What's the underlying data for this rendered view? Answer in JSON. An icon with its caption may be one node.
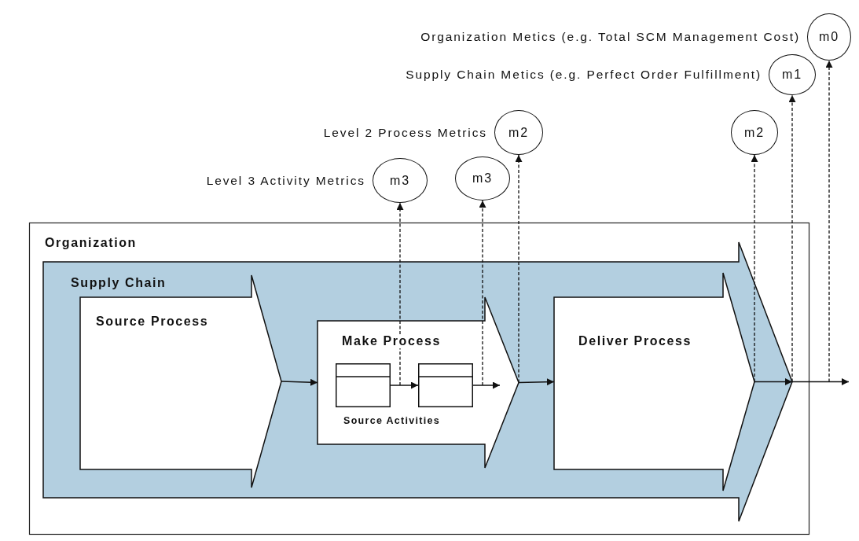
{
  "diagram": {
    "nodes": [
      {
        "text": [
          "Organization"
        ]
      },
      {
        "text": [
          "Supply Chain"
        ],
        "in": 0
      },
      {
        "text": [
          "Source Process"
        ],
        "in": 1
      },
      {
        "text": [
          "Make Process",
          "Source Activities"
        ],
        "in": 1
      },
      {
        "text": [],
        "shape": "box",
        "in": 3
      },
      {
        "text": [],
        "shape": "box",
        "in": 3
      },
      {
        "text": [
          "Deliver Process"
        ],
        "in": 1
      },
      {
        "text": [
          "m0"
        ],
        "beside": [
          "Organization Metics (e.g. Total SCM Management Cost)"
        ]
      },
      {
        "text": [
          "m1"
        ],
        "beside": [
          "Supply Chain Metics (e.g. Perfect Order Fulfillment)"
        ]
      },
      {
        "text": [
          "m2"
        ],
        "beside": [
          "Level 2 Process Metrics"
        ]
      },
      {
        "text": [
          "m2"
        ]
      },
      {
        "text": [
          "m3"
        ],
        "beside": [
          "Level 3 Activity Metrics"
        ]
      },
      {
        "text": [
          "m3"
        ]
      }
    ],
    "edges": [
      {
        "from": 2,
        "to": 3,
        "arrow": "to"
      },
      {
        "from": 3,
        "to": 6,
        "arrow": "to"
      },
      {
        "from": 4,
        "to": 5,
        "arrow": "to"
      },
      {
        "from": 5,
        "to": null,
        "arrow": "to"
      },
      {
        "from": 6,
        "to": 1,
        "arrow": "to"
      },
      {
        "from": 1,
        "to": null,
        "arrow": "to"
      },
      {
        "from": 4,
        "to": 11,
        "arrow": "to",
        "style": "dashed"
      },
      {
        "from": 5,
        "to": 12,
        "arrow": "to",
        "style": "dashed"
      },
      {
        "from": 3,
        "to": 9,
        "arrow": "to",
        "style": "dashed"
      },
      {
        "from": 6,
        "to": 10,
        "arrow": "to",
        "style": "dashed"
      },
      {
        "from": 1,
        "to": 8,
        "arrow": "to",
        "style": "dashed"
      },
      {
        "from": null,
        "to": 7,
        "arrow": "to",
        "style": "dashed"
      }
    ]
  }
}
